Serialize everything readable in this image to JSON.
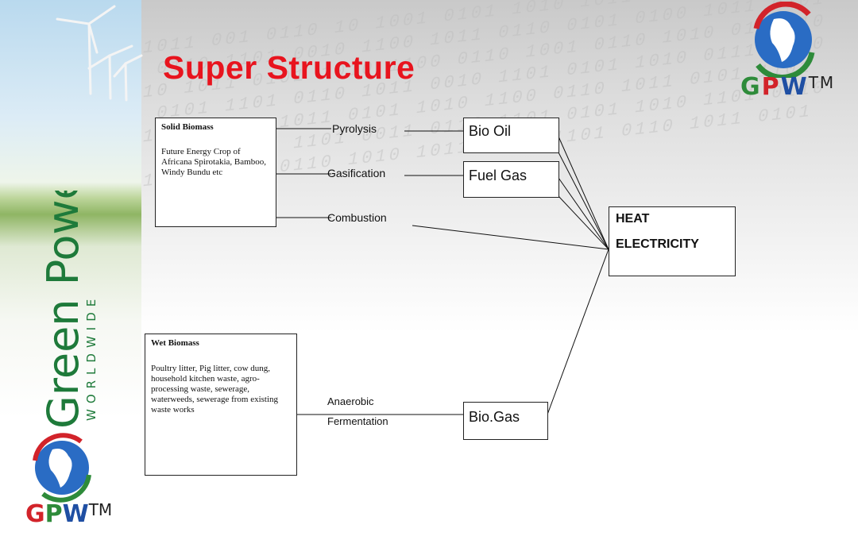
{
  "slide": {
    "title": "Super Structure"
  },
  "branding": {
    "top_logo_letters": [
      "G",
      "P",
      "W"
    ],
    "top_logo_tm": "TM",
    "side_wordmark": "Green Power",
    "side_subtitle": "WORLDWIDE",
    "bottom_logo_letters": [
      "G",
      "P",
      "W"
    ],
    "bottom_logo_tm": "TM",
    "colors": {
      "green": "#2e8b3a",
      "red": "#d2232a",
      "blue": "#1f4fa3",
      "title_red": "#e8141e"
    }
  },
  "diagram": {
    "solid_biomass": {
      "heading": "Solid Biomass",
      "description": "Future Energy Crop of Africana Spirotakia, Bamboo, Windy Bundu etc"
    },
    "wet_biomass": {
      "heading": "Wet Biomass",
      "description": "Poultry litter, Pig litter, cow dung, household kitchen waste, agro-processing waste, sewerage, waterweeds, sewerage from existing waste works"
    },
    "processes": {
      "pyrolysis": "Pyrolysis",
      "gasification": "Gasification",
      "combustion": "Combustion",
      "anaerobic": "Anaerobic",
      "fermentation": "Fermentation"
    },
    "products": {
      "bio_oil": "Bio Oil",
      "fuel_gas": "Fuel Gas",
      "biogas": "Bio.Gas"
    },
    "outputs": {
      "heat": "HEAT",
      "electricity": "ELECTRICITY"
    }
  }
}
